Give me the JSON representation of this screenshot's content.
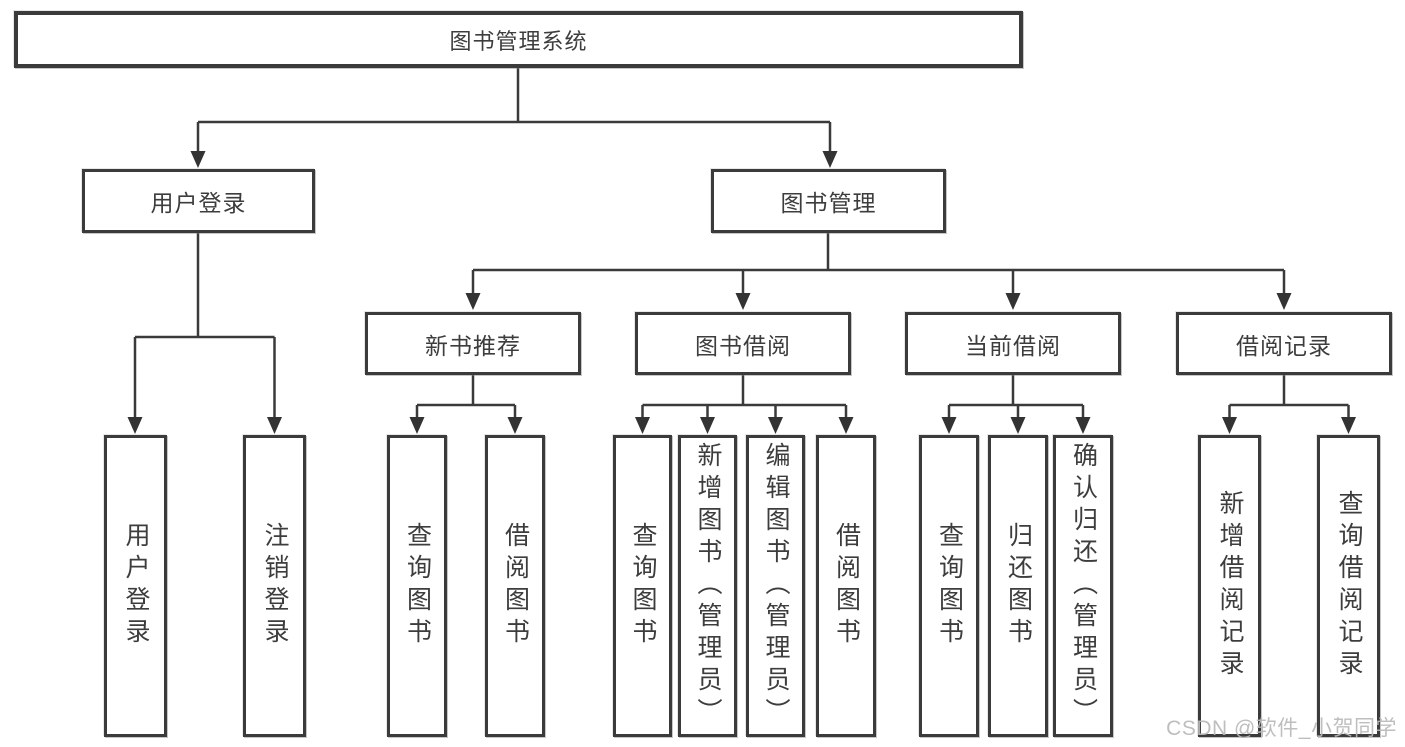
{
  "tree": {
    "root": {
      "label": "图书管理系统"
    },
    "user_login": {
      "label": "用户登录",
      "leaves": [
        {
          "label": "用户登录"
        },
        {
          "label": "注销登录"
        }
      ]
    },
    "book_mgmt": {
      "label": "图书管理",
      "sections": [
        {
          "label": "新书推荐",
          "leaves": [
            {
              "label": "查询图书"
            },
            {
              "label": "借阅图书"
            }
          ]
        },
        {
          "label": "图书借阅",
          "leaves": [
            {
              "label": "查询图书"
            },
            {
              "label": "新增图书（管理员）"
            },
            {
              "label": "编辑图书（管理员）"
            },
            {
              "label": "借阅图书"
            }
          ]
        },
        {
          "label": "当前借阅",
          "leaves": [
            {
              "label": "查询图书"
            },
            {
              "label": "归还图书"
            },
            {
              "label": "确认归还（管理员）"
            }
          ]
        },
        {
          "label": "借阅记录",
          "leaves": [
            {
              "label": "新增借阅记录"
            },
            {
              "label": "查询借阅记录"
            }
          ]
        }
      ]
    }
  },
  "watermark": {
    "text": "CSDN @软件_小贺同学"
  },
  "colors": {
    "line": "#3a3a3a",
    "text": "#3d3d3d",
    "background": "#ffffff",
    "watermark": "#b9b9b9"
  }
}
